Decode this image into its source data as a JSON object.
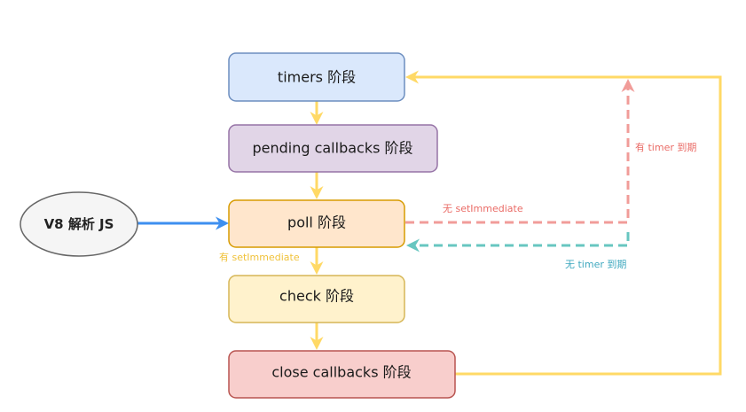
{
  "nodes": {
    "timers": {
      "label": "timers 阶段",
      "fill": "#dae8fc",
      "stroke": "#6c8ebf"
    },
    "pending": {
      "label": "pending callbacks 阶段",
      "fill": "#e1d5e7",
      "stroke": "#9673a6"
    },
    "poll": {
      "label": "poll 阶段",
      "fill": "#ffe6cc",
      "stroke": "#d79b00"
    },
    "check": {
      "label": "check 阶段",
      "fill": "#fff2cc",
      "stroke": "#d6b656"
    },
    "close": {
      "label": "close callbacks 阶段",
      "fill": "#f8cecc",
      "stroke": "#b85450"
    },
    "v8": {
      "label": "V8 解析 JS",
      "fill": "#f5f5f5",
      "stroke": "#666666"
    }
  },
  "edge_labels": {
    "has_setimmediate": "有 setImmediate",
    "no_setimmediate": "无 setImmediate",
    "has_timer_expired": "有 timer 到期",
    "no_timer_expired": "无 timer 到期"
  },
  "colors": {
    "yellow": "#ffd966",
    "yellow_text": "#f0c23a",
    "blue": "#3d8ff0",
    "pink": "#f19c99",
    "pink_text": "#ea6b66",
    "teal": "#67c6c0",
    "teal_text": "#3fa8bf"
  }
}
